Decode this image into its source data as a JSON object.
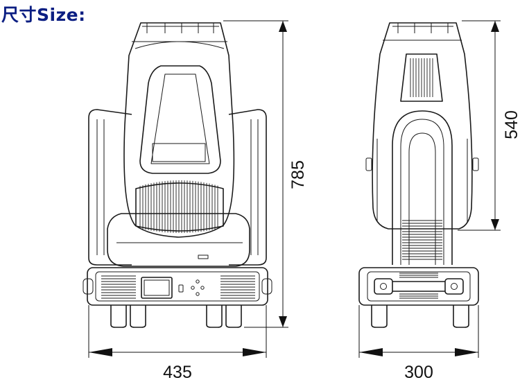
{
  "title": "尺寸Size:",
  "dimensions": {
    "front_height": "785",
    "front_width": "435",
    "side_width": "300",
    "side_height": "540"
  }
}
